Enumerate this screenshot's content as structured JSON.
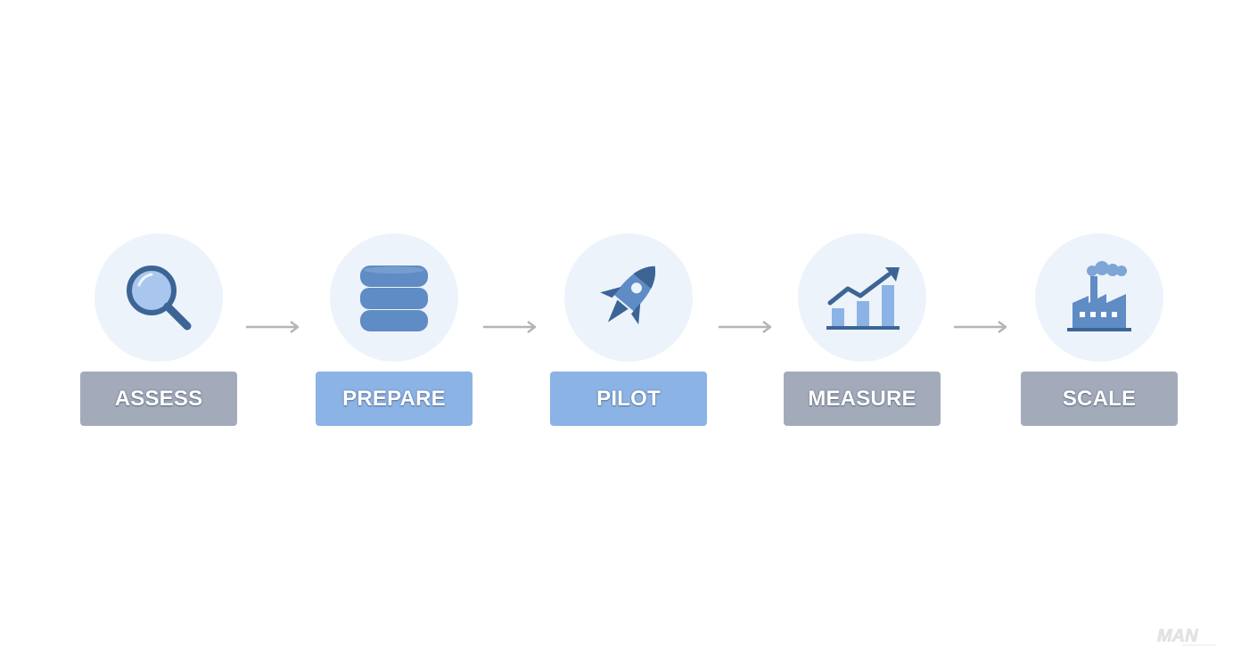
{
  "steps": [
    {
      "label": "ASSESS",
      "icon": "magnifier-icon",
      "label_color": "#a3abbb"
    },
    {
      "label": "PREPARE",
      "icon": "database-icon",
      "label_color": "#8bb3e5"
    },
    {
      "label": "PILOT",
      "icon": "rocket-icon",
      "label_color": "#8bb3e5"
    },
    {
      "label": "MEASURE",
      "icon": "growth-chart-icon",
      "label_color": "#a3abbb"
    },
    {
      "label": "SCALE",
      "icon": "factory-icon",
      "label_color": "#a3abbb"
    }
  ],
  "colors": {
    "icon_dark": "#3c6596",
    "icon_mid": "#5f8cc4",
    "icon_light": "#a9c7ee",
    "circle_bg": "#edf3fb",
    "arrow": "#b5b5b5"
  },
  "watermark": {
    "text": "MAN"
  }
}
